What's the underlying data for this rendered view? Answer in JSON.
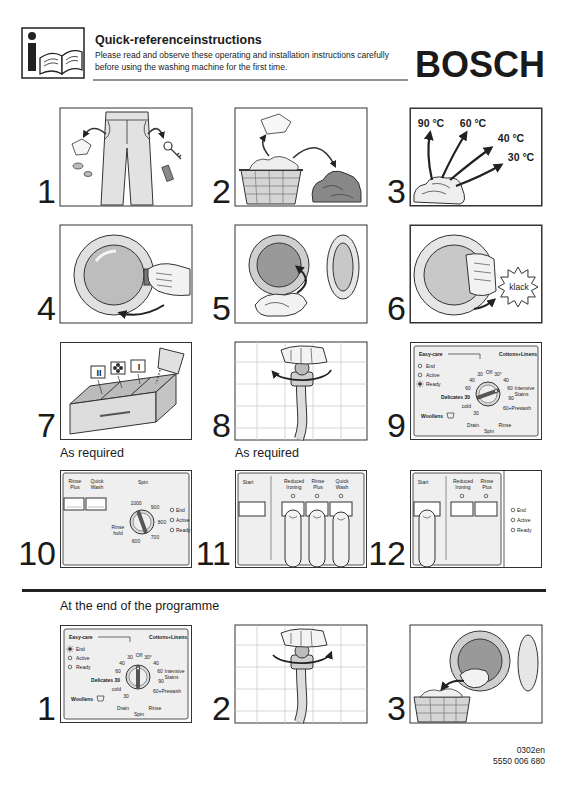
{
  "diagram": {
    "title": "Quick-referenceinstructions",
    "nodes": [
      {
        "text": [
          "90 °C",
          "60 °C",
          "40 °C",
          "30 °C"
        ]
      },
      {
        "text": [
          "klack"
        ]
      },
      {
        "text": [
          "II",
          "I"
        ]
      },
      {
        "text": [
          "Easy-care",
          "Cottons+Linens",
          "Off",
          "30",
          "40",
          "60",
          "Delicates 30",
          "cold",
          "Woollens",
          "30",
          "Drain",
          "Spin",
          "Rinse",
          "30°",
          "40",
          "60",
          "Intensive Stains",
          "90",
          "60+Prewash",
          "End",
          "Active",
          "Ready"
        ]
      },
      {
        "text": [
          "Rinse Plus",
          "Quick Wash",
          "Spin",
          "1000",
          "900",
          "800",
          "700",
          "600",
          "Rinse hold",
          "End",
          "Active",
          "Ready"
        ]
      },
      {
        "text": [
          "Start",
          "Reduced Ironing",
          "Rinse Plus",
          "Quick Wash"
        ]
      },
      {
        "text": [
          "Start",
          "Reduced Ironing",
          "Rinse Plus",
          "End",
          "Active",
          "Ready"
        ]
      },
      {
        "text": [
          "Easy-care",
          "Cottons+Linens",
          "Off",
          "30",
          "40",
          "60",
          "Delicates 30",
          "cold",
          "Woollens",
          "30",
          "Drain",
          "Spin",
          "Rinse",
          "30°",
          "40",
          "60",
          "Intensive Stains",
          "90",
          "60+Prewash",
          "End",
          "Active",
          "Ready"
        ]
      }
    ],
    "labels": [
      "Please read and observe these operating and installation instructions carefully before using the washing machine for the first time.",
      "BOSCH",
      "1",
      "2",
      "3",
      "4",
      "5",
      "6",
      "7",
      "8",
      "9",
      "As required",
      "As required",
      "10",
      "11",
      "12",
      "At the end of the programme",
      "1",
      "2",
      "3",
      "0302en",
      "5550 006 680"
    ]
  }
}
